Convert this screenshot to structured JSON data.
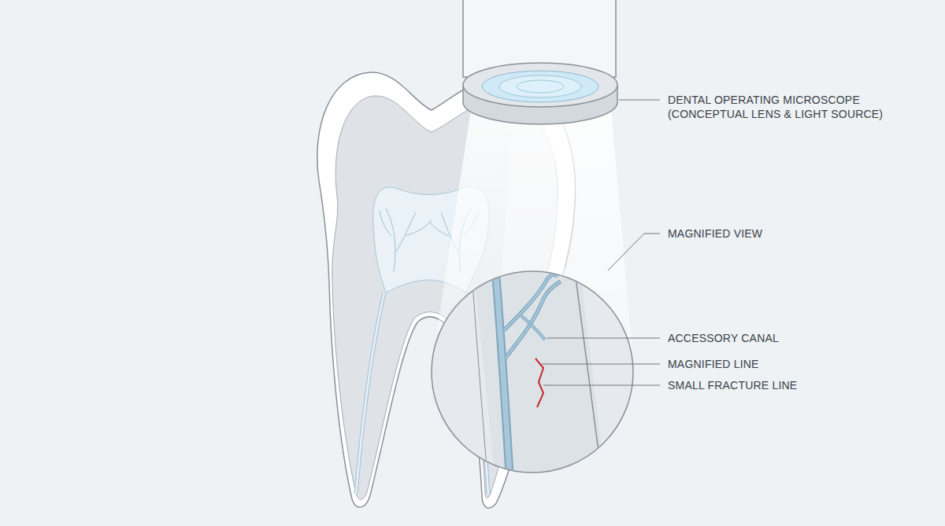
{
  "diagram": {
    "labels": [
      "DENTAL OPERATING MICROSCOPE (CONCEPTUAL LENS & LIGHT SOURCE)",
      "MAGNIFIED VIEW",
      "ACCESSORY CANAL",
      "MAGNIFIED LINE",
      "SMALL FRACTURE LINE"
    ]
  }
}
